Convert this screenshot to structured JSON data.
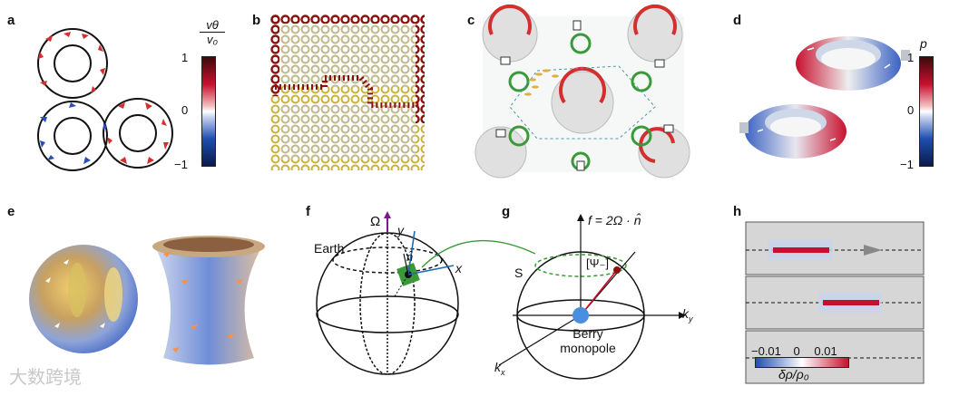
{
  "panels": {
    "a": {
      "letter": "a",
      "cbar_label_num": "vθ",
      "cbar_label_den": "v₀",
      "ticks": {
        "top": "1",
        "mid": "0",
        "bottom": "−1"
      }
    },
    "b": {
      "letter": "b"
    },
    "c": {
      "letter": "c"
    },
    "d": {
      "letter": "d",
      "cbar_label": "p",
      "ticks": {
        "top": "1",
        "mid": "0",
        "bottom": "−1"
      }
    },
    "e": {
      "letter": "e"
    },
    "f": {
      "letter": "f",
      "omega": "Ω",
      "y": "y",
      "x": "x",
      "n_hat": "n̂",
      "earth": "Earth"
    },
    "g": {
      "letter": "g",
      "equation": "f = 2Ω · n̂",
      "psi": "[Ψ₋]",
      "s": "S",
      "ky": "k",
      "ky_sub": "y",
      "kx": "k",
      "kx_sub": "x",
      "berry1": "Berry",
      "berry2": "monopole"
    },
    "h": {
      "letter": "h",
      "scale_min": "−0.01",
      "scale_mid": "0",
      "scale_max": "0.01",
      "scale_label": "δρ/ρ₀"
    }
  },
  "watermark": "大数跨境",
  "colors": {
    "red": "#c8102e",
    "blue": "#1f4fb0",
    "green": "#3a9a3a",
    "olive": "#c9b23a",
    "maroon": "#8b1010"
  }
}
